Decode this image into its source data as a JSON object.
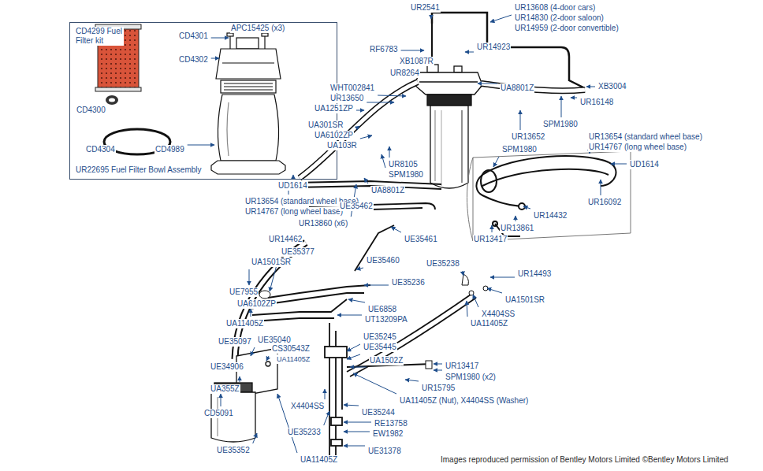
{
  "diagram": {
    "nodes": [
      {
        "text": [
          "CD4299 Fuel Filter kit",
          "UR22695 Fuel Filter Bowl Assembly"
        ]
      }
    ],
    "labels": [
      "APC15425 (x3)",
      "CD4301",
      "CD4302",
      "CD4300",
      "CD4304",
      "CD4989",
      "UR2541",
      "UR13608 (4-door cars)",
      "UR14830 (2-door saloon)",
      "UR14959 (2-door convertible)",
      "RF6783",
      "UR14923",
      "XB1087R",
      "UR8264",
      "UA8801Z",
      "XB3004",
      "WHT002841",
      "UR13650",
      "UA1251ZP",
      "UR16148",
      "UA301SR",
      "UA6102ZP",
      "UA103R",
      "SPM1980",
      "UR13652",
      "SPM1980",
      "UR13654 (standard wheel base)",
      "UR14767 (long wheel base)",
      "UR8105",
      "SPM1980",
      "UD1614",
      "UD1614",
      "UA8801Z",
      "UR13654 (standard wheel base)",
      "UR14767 (long wheel base)",
      "UE35462",
      "UR16092",
      "UR13860 (x6)",
      "UR14432",
      "UR13861",
      "UR13417",
      "UE35461",
      "UR14462",
      "UE35377",
      "UA1501SR",
      "UE35460",
      "UE35238",
      "UE35236",
      "UR14493",
      "UE7955",
      "UA6102ZP",
      "UA1501SR",
      "UE6858",
      "UT13209PA",
      "UA11405Z",
      "X4404SS",
      "UA11405Z",
      "UE35097",
      "UE35040",
      "UE35245",
      "CS30543Z",
      "UE35445",
      "UA11405Z",
      "UA1502Z",
      "UR13417",
      "UE34906",
      "SPM1980 (x2)",
      "UR15795",
      "UA355Z",
      "UA11405Z (Nut), X4404SS (Washer)",
      "X4404SS",
      "UE35244",
      "CD5091",
      "RE13758",
      "UE35233",
      "EW1982",
      "UE35352",
      "UE31378",
      "UA11405Z",
      "Images reproduced permission of Bentley Motors Limited ©Bentley Motors Limited"
    ]
  }
}
